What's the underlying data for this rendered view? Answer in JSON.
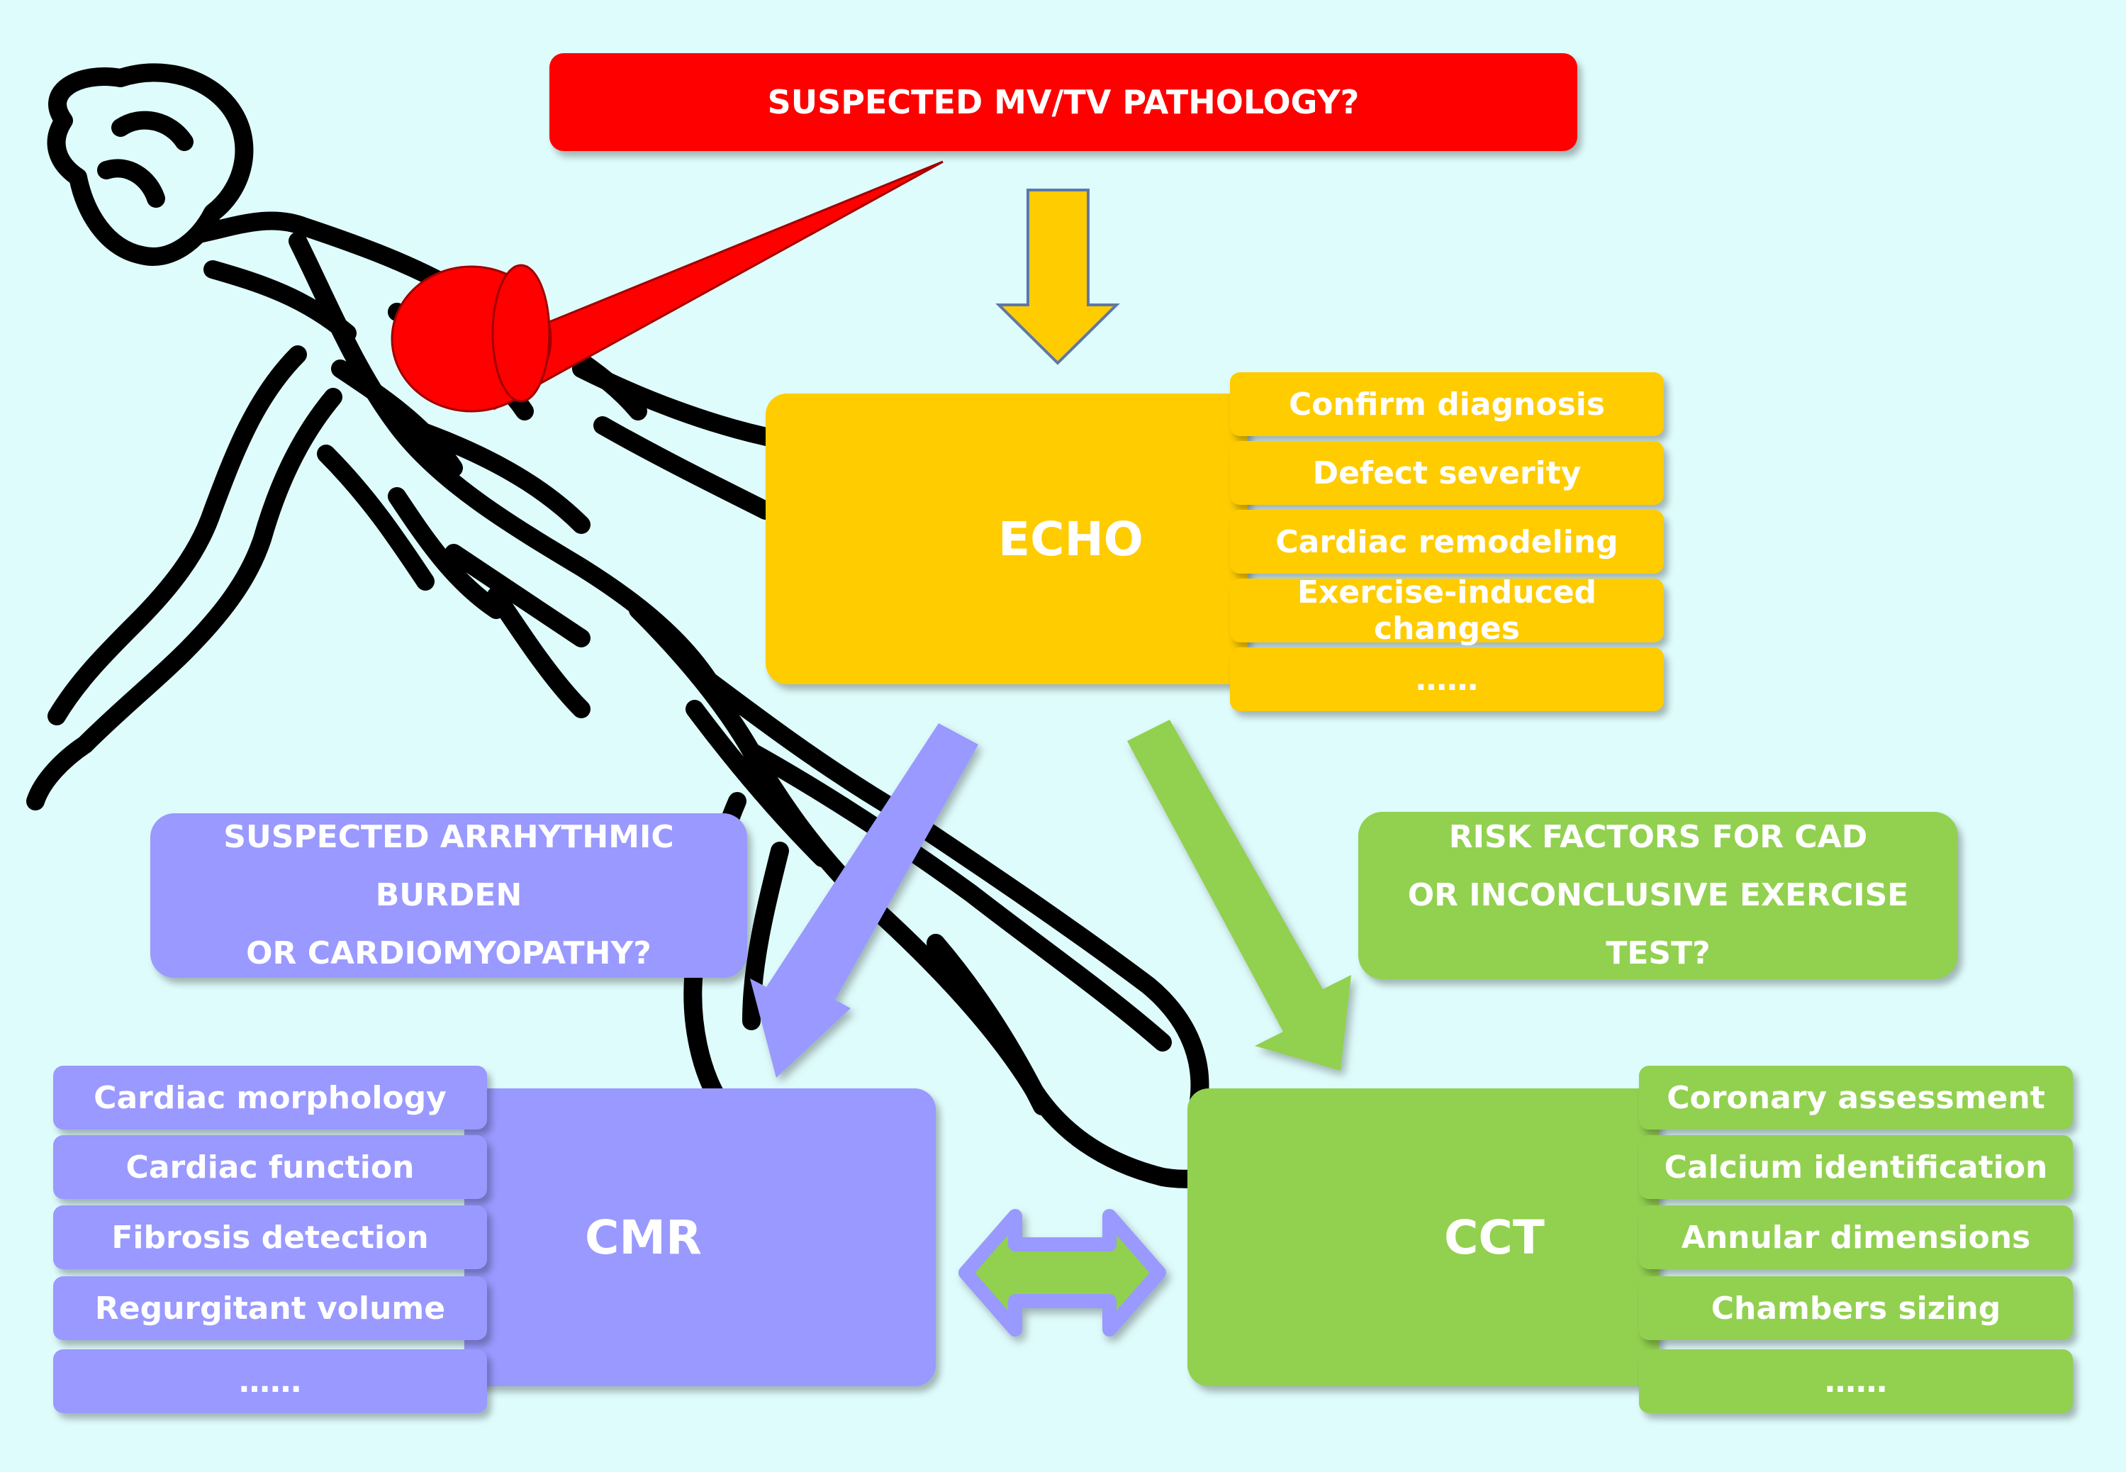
{
  "header": {
    "question": "SUSPECTED MV/TV PATHOLOGY?"
  },
  "colors": {
    "red": "#ff0000",
    "echo": "#ffcc00",
    "cmr": "#9999ff",
    "cct": "#92d050",
    "background": "#dffcfc"
  },
  "echo": {
    "label": "ECHO",
    "items": [
      "Confirm diagnosis",
      "Defect severity",
      "Cardiac remodeling",
      "Exercise-induced changes",
      "……"
    ]
  },
  "cmr": {
    "question": [
      "SUSPECTED ARRHYTHMIC BURDEN",
      "OR CARDIOMYOPATHY?"
    ],
    "label": "CMR",
    "items": [
      "Cardiac morphology",
      "Cardiac function",
      "Fibrosis detection",
      "Regurgitant volume",
      "……"
    ]
  },
  "cct": {
    "question": [
      "RISK FACTORS FOR CAD",
      "OR INCONCLUSIVE EXERCISE TEST?"
    ],
    "label": "CCT",
    "items": [
      "Coronary assessment",
      "Calcium identification",
      "Annular dimensions",
      "Chambers sizing",
      "……"
    ]
  },
  "icons": [
    "runner-silhouette",
    "red-heart-spotlight-icon",
    "down-arrow-icon",
    "diagonal-arrow-icon",
    "double-arrow-icon"
  ]
}
